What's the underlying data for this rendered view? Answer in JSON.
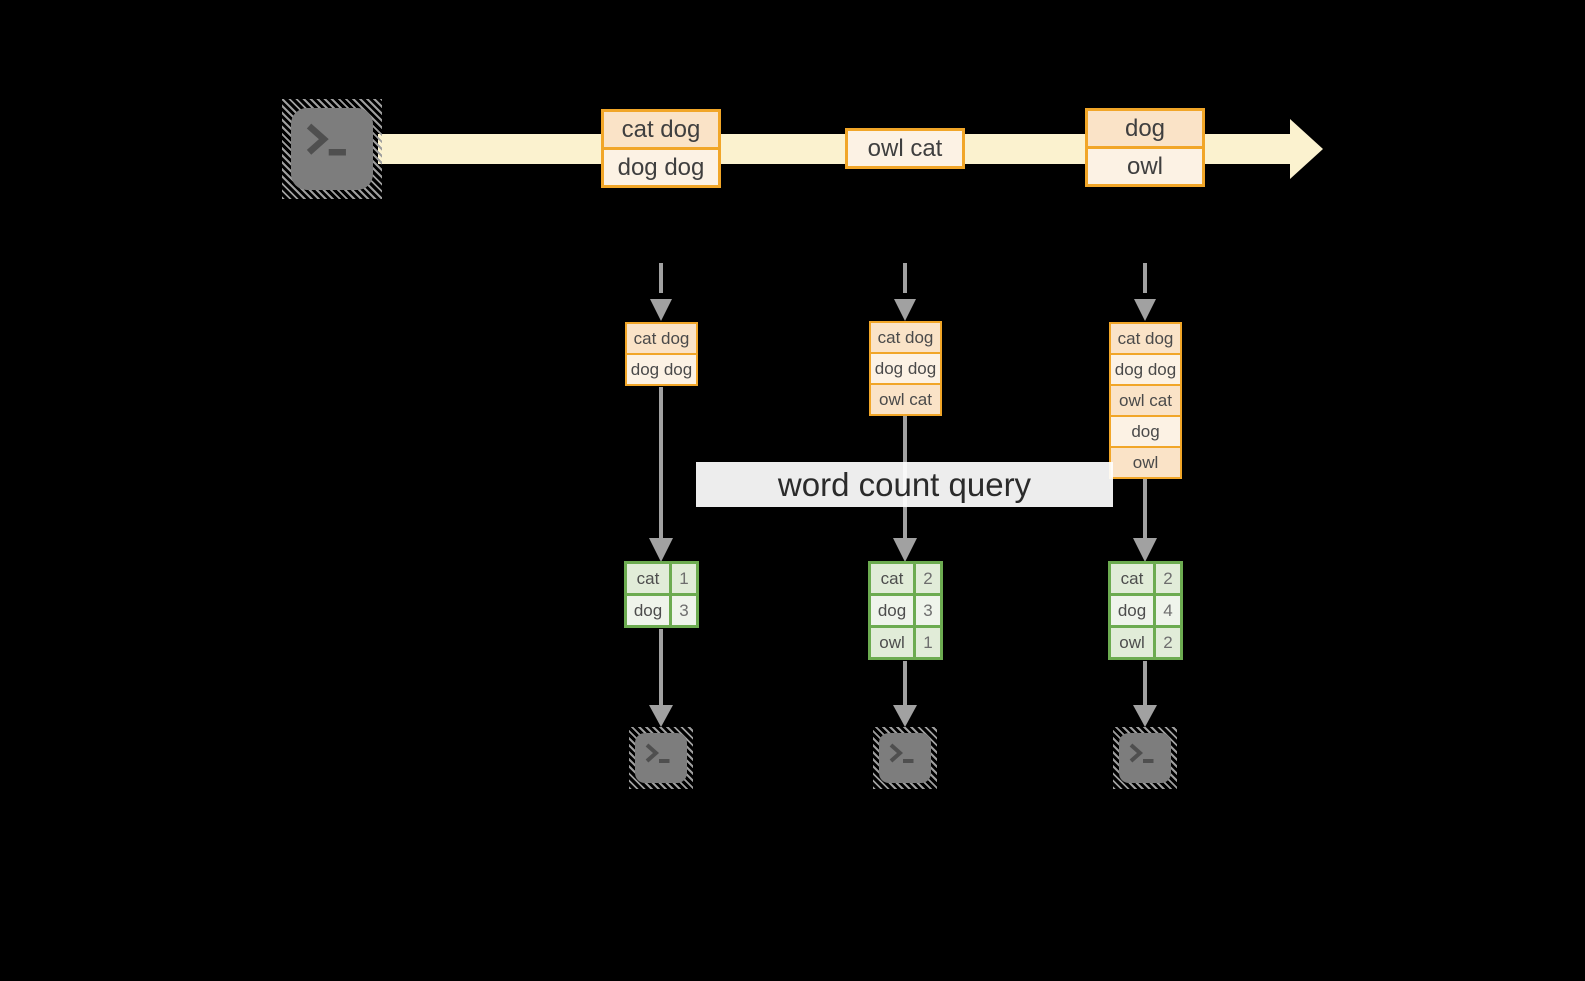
{
  "banner": {
    "label": "word count query"
  },
  "stream": {
    "source_icon": "terminal-icon",
    "batches": [
      {
        "items": [
          "cat dog",
          "dog dog"
        ]
      },
      {
        "items": [
          "owl cat"
        ]
      },
      {
        "items": [
          "dog",
          "owl"
        ]
      }
    ]
  },
  "columns": [
    {
      "buffer": [
        "cat dog",
        "dog dog"
      ],
      "counts": [
        {
          "word": "cat",
          "count": "1"
        },
        {
          "word": "dog",
          "count": "3"
        }
      ],
      "sink_icon": "terminal-icon"
    },
    {
      "buffer": [
        "cat dog",
        "dog dog",
        "owl cat"
      ],
      "counts": [
        {
          "word": "cat",
          "count": "2"
        },
        {
          "word": "dog",
          "count": "3"
        },
        {
          "word": "owl",
          "count": "1"
        }
      ],
      "sink_icon": "terminal-icon"
    },
    {
      "buffer": [
        "cat dog",
        "dog dog",
        "owl cat",
        "dog",
        "owl"
      ],
      "counts": [
        {
          "word": "cat",
          "count": "2"
        },
        {
          "word": "dog",
          "count": "4"
        },
        {
          "word": "owl",
          "count": "2"
        }
      ],
      "sink_icon": "terminal-icon"
    }
  ],
  "colors": {
    "accent_orange": "#F1A628",
    "fill_peach_dark": "#FAE3C7",
    "fill_peach_light": "#FCF2E4",
    "stream_yellow": "#FBF2CF",
    "accent_green": "#6CAB50",
    "fill_green_dark": "#E1ECD8",
    "fill_green_light": "#EFF4EB",
    "arrow_gray": "#A1A1A1",
    "terminal_gray": "#7D7D7D"
  }
}
